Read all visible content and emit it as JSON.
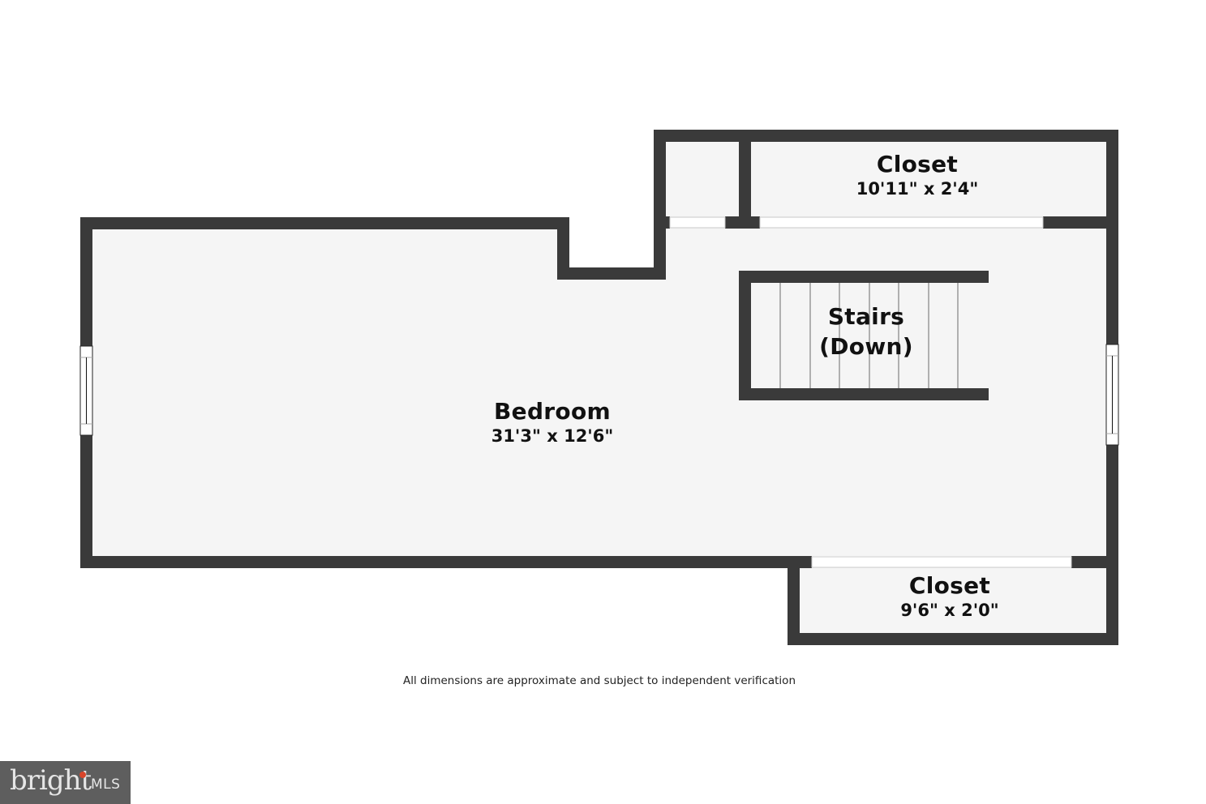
{
  "rooms": {
    "bedroom": {
      "name": "Bedroom",
      "dimensions": "31'3\" x 12'6\""
    },
    "stairs": {
      "name": "Stairs",
      "note": "(Down)"
    },
    "closet_top": {
      "name": "Closet",
      "dimensions": "10'11\" x 2'4\""
    },
    "closet_bottom": {
      "name": "Closet",
      "dimensions": "9'6\" x 2'0\""
    }
  },
  "disclaimer": "All dimensions are approximate and subject to independent verification",
  "logo": {
    "brand": "bright",
    "suffix": "MLS",
    "accent_color": "#d9452b"
  },
  "colors": {
    "wall": "#3a3a3a",
    "floor": "#f5f5f5",
    "opening": "#ffffff"
  }
}
